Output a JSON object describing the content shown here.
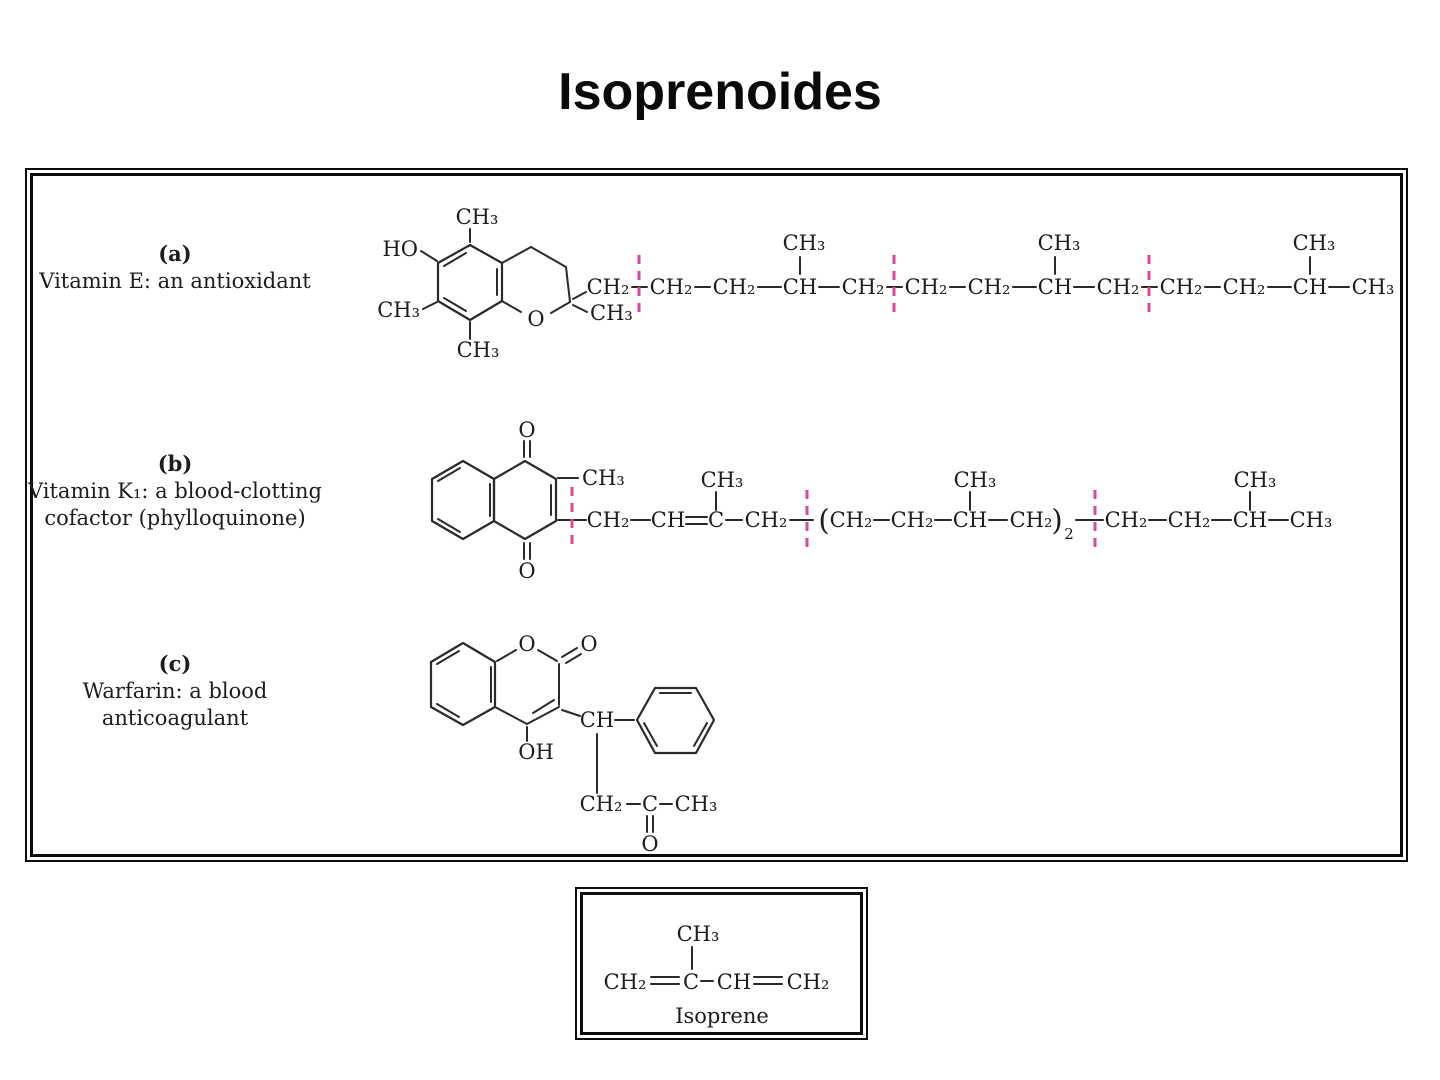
{
  "title": "Isoprenoides",
  "colors": {
    "separator_pink": "#d84a9b",
    "ink": "#1d1d1d"
  },
  "sections": {
    "a": {
      "tag": "(a)",
      "caption": "Vitamin E: an antioxidant"
    },
    "b": {
      "tag": "(b)",
      "caption_line1": "Vitamin K₁: a blood-clotting",
      "caption_line2": "cofactor (phylloquinone)"
    },
    "c": {
      "tag": "(c)",
      "caption_line1": "Warfarin: a blood",
      "caption_line2": "anticoagulant"
    }
  },
  "vitaminE": {
    "ho": "HO",
    "ch3_top": "CH₃",
    "ch3_left": "CH₃",
    "ch3_bottom": "CH₃",
    "ring_o": "O",
    "ch3_c2": "CH₃",
    "chain": [
      "CH₂",
      "CH₂",
      "CH₂",
      "CH",
      "CH₂",
      "CH₂",
      "CH₂",
      "CH",
      "CH₂",
      "CH₂",
      "CH₂",
      "CH",
      "CH₃"
    ],
    "branches": [
      "CH₃",
      "CH₃",
      "CH₃"
    ]
  },
  "vitaminK": {
    "o_top": "O",
    "o_bottom": "O",
    "ch3_ring": "CH₃",
    "chain": [
      "CH₂",
      "CH",
      "C",
      "CH₂",
      "CH₂",
      "CH₂",
      "CH",
      "CH₂",
      "CH₂",
      "CH₂",
      "CH",
      "CH₃"
    ],
    "branches": [
      "CH₃",
      "CH₃",
      "CH₃"
    ],
    "paren_open": "(",
    "paren_close": ")",
    "paren_subscript": "2"
  },
  "warfarin": {
    "ring_o": "O",
    "lactone_o": "O",
    "oh": "OH",
    "ch": "CH",
    "ch2": "CH₂",
    "c": "C",
    "ch3": "CH₃",
    "ketone_o": "O"
  },
  "isoprene": {
    "ch3": "CH₃",
    "ch2_left": "CH₂",
    "c": "C",
    "ch": "CH",
    "ch2_right": "CH₂",
    "caption": "Isoprene"
  }
}
